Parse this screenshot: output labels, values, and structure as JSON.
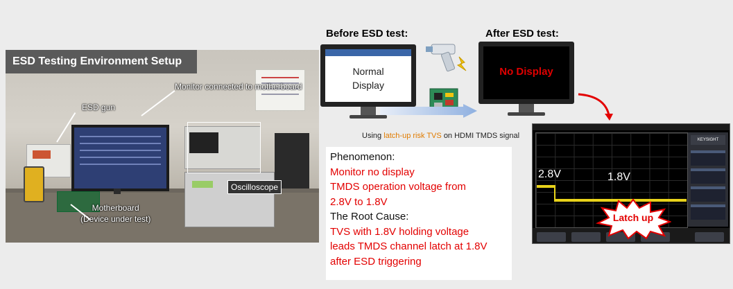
{
  "photo": {
    "title": "ESD Testing Environment Setup",
    "callouts": {
      "monitor": "Monitor connected to motherboard",
      "esd_gun": "ESD gun",
      "oscilloscope": "Oscilloscope",
      "motherboard_line1": "Motherboard",
      "motherboard_line2": "(Device under test)"
    }
  },
  "before": {
    "header": "Before ESD test:",
    "screen_line1": "Normal",
    "screen_line2": "Display"
  },
  "after": {
    "header": "After ESD test:",
    "screen_text": "No Display"
  },
  "using": {
    "prefix": "Using",
    "highlight": "latch-up risk TVS",
    "suffix": "on HDMI TMDS signal"
  },
  "explanation": {
    "phenomenon_label": "Phenomenon:",
    "phenomenon_1": "Monitor no display",
    "phenomenon_2": "TMDS operation voltage from",
    "phenomenon_3": "2.8V to 1.8V",
    "root_label": "The Root Cause:",
    "root_1": "TVS with 1.8V holding voltage",
    "root_2": "leads TMDS channel latch at 1.8V",
    "root_3": "after ESD triggering"
  },
  "scope": {
    "brand": "KEYSIGHT",
    "voltage_high": "2.8V",
    "voltage_low": "1.8V",
    "burst_label": "Latch up"
  },
  "colors": {
    "emphasis_red": "#e30000",
    "highlight_orange": "#e07b00",
    "trace_yellow": "#e8d21a",
    "title_bar_gray": "#5a5a5a"
  }
}
